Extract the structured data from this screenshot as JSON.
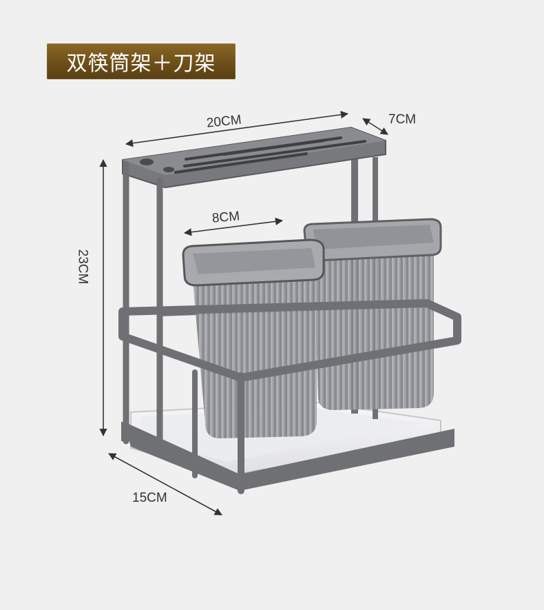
{
  "title": "双筷筒架＋刀架",
  "dimensions": {
    "width": "20CM",
    "depth": "7CM",
    "cup_width": "8CM",
    "height": "23CM",
    "base_depth": "15CM"
  },
  "colors": {
    "badge": "#6d4f19",
    "frame": "#6f7073",
    "cup": "#8e9096",
    "background": "#f0f0f0"
  }
}
